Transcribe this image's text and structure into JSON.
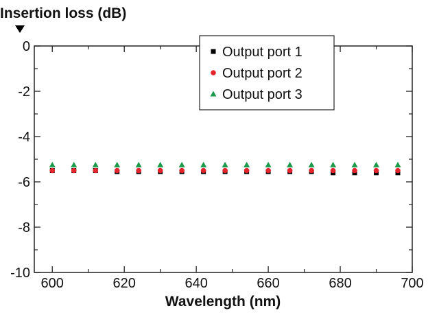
{
  "chart_data": {
    "type": "scatter",
    "title": "",
    "xlabel": "Wavelength (nm)",
    "ylabel": "Insertion loss (dB)",
    "xlim": [
      595,
      700
    ],
    "ylim": [
      -10,
      0
    ],
    "x_ticks": [
      600,
      620,
      640,
      660,
      680,
      700
    ],
    "y_ticks": [
      0,
      -2,
      -4,
      -6,
      -8,
      -10
    ],
    "grid": false,
    "legend_position": "top-right",
    "x": [
      600,
      606,
      612,
      618,
      624,
      630,
      636,
      642,
      648,
      654,
      660,
      666,
      672,
      678,
      684,
      690,
      696
    ],
    "series": [
      {
        "name": "Output port 1",
        "color": "#000000",
        "marker": "square",
        "values": [
          -5.5,
          -5.5,
          -5.5,
          -5.55,
          -5.55,
          -5.55,
          -5.55,
          -5.55,
          -5.55,
          -5.55,
          -5.55,
          -5.55,
          -5.55,
          -5.6,
          -5.6,
          -5.6,
          -5.6
        ]
      },
      {
        "name": "Output port 2",
        "color": "#e4262c",
        "marker": "circle",
        "values": [
          -5.5,
          -5.5,
          -5.5,
          -5.5,
          -5.5,
          -5.5,
          -5.5,
          -5.5,
          -5.5,
          -5.5,
          -5.5,
          -5.5,
          -5.5,
          -5.5,
          -5.5,
          -5.5,
          -5.5
        ]
      },
      {
        "name": "Output port 3",
        "color": "#1a9a4a",
        "marker": "triangle",
        "values": [
          -5.25,
          -5.25,
          -5.25,
          -5.25,
          -5.25,
          -5.25,
          -5.25,
          -5.25,
          -5.25,
          -5.25,
          -5.25,
          -5.25,
          -5.25,
          -5.25,
          -5.25,
          -5.25,
          -5.25
        ]
      }
    ]
  }
}
